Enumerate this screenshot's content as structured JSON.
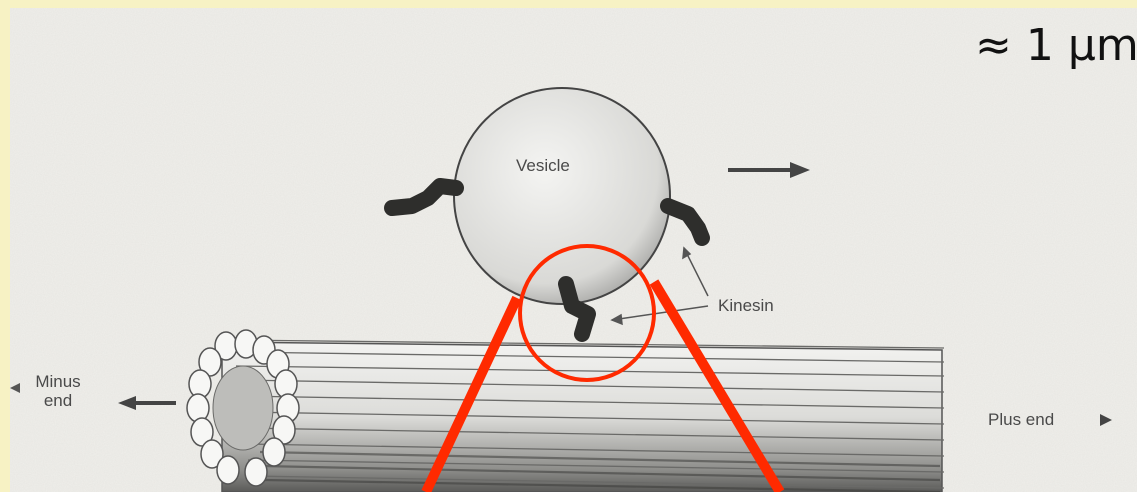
{
  "labels": {
    "scale": "≈ 1 μm",
    "vesicle": "Vesicle",
    "kinesin": "Kinesin",
    "minus_end": [
      "Minus",
      "end"
    ],
    "plus_end": "Plus end"
  },
  "colors": {
    "background": "#f7f2c4",
    "paper": "#f0efeb",
    "highlight": "#ff2a00",
    "ink": "#333333"
  },
  "icons": {
    "minus_arrow": "left-arrow-icon",
    "plus_arrow": "right-arrow-icon",
    "motion_arrow": "right-arrow-icon"
  }
}
